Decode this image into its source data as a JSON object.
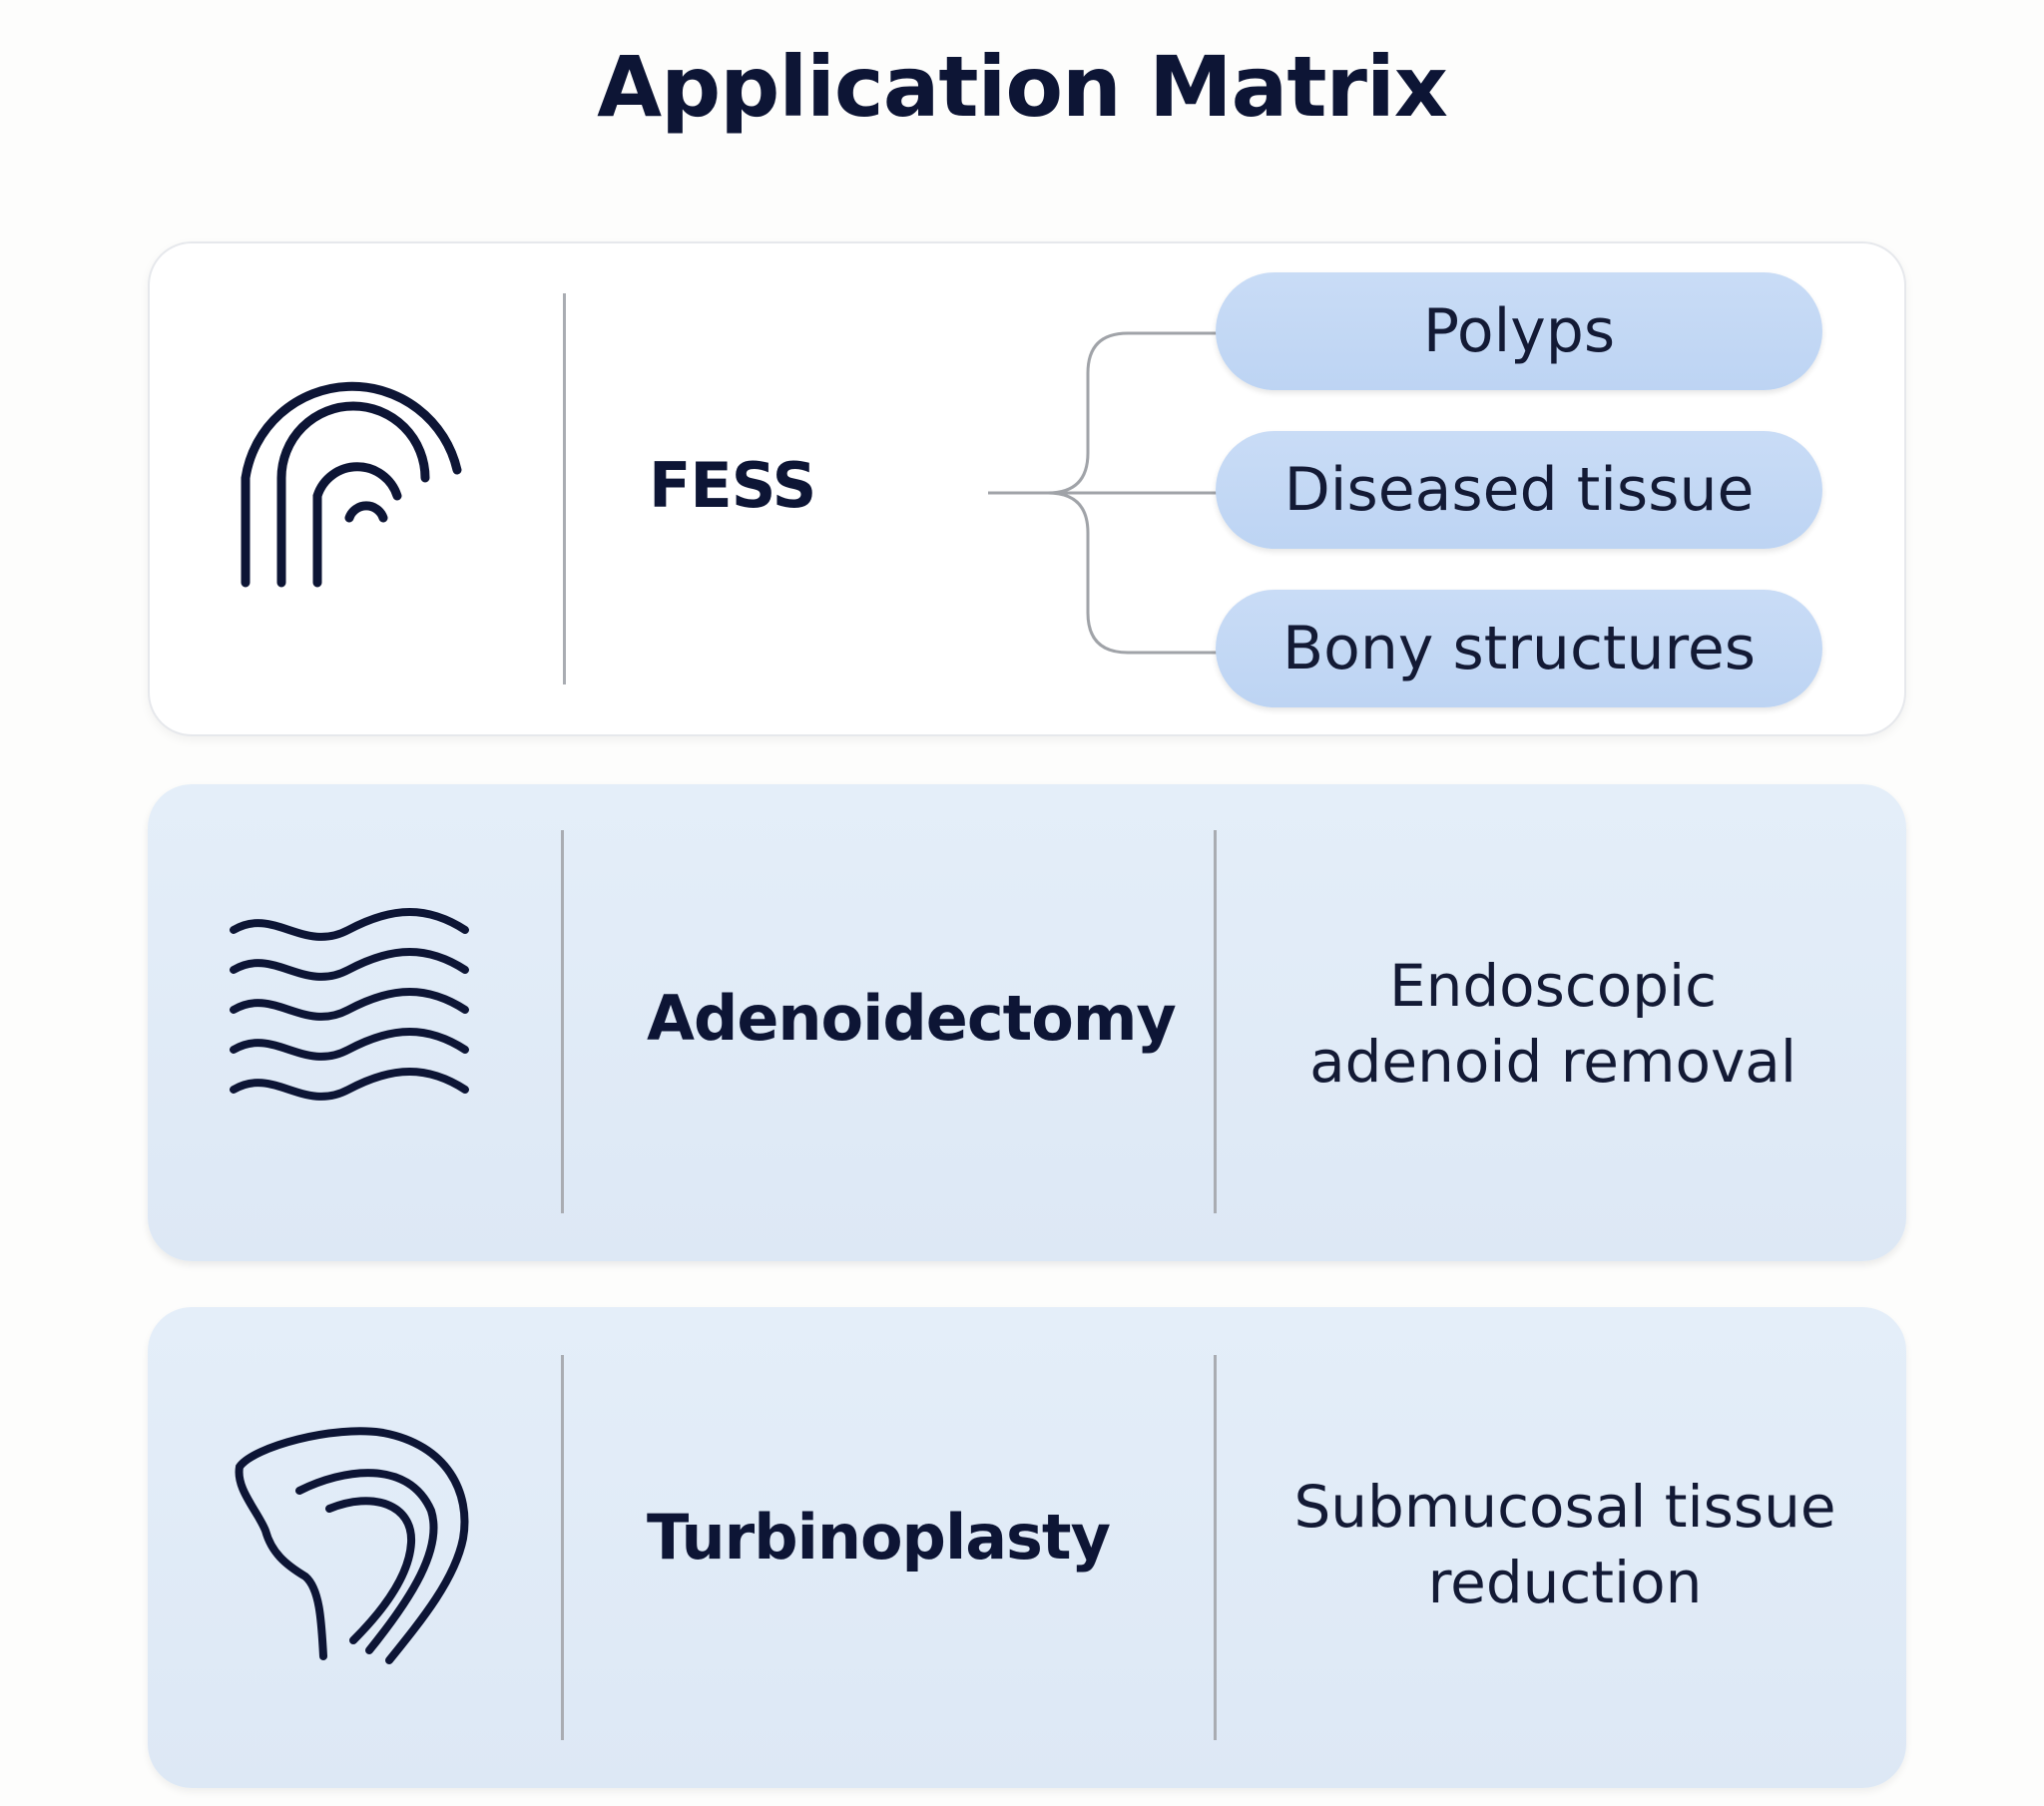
{
  "title": "Application Matrix",
  "colors": {
    "ink": "#0d1535",
    "card_blue": "#e1ebf7",
    "pill_blue": "#c4d8f5",
    "divider": "#a9acb2",
    "connector": "#a0a3a8"
  },
  "rows": [
    {
      "icon": "arch-icon",
      "name": "FESS",
      "targets": [
        "Polyps",
        "Diseased tissue",
        "Bony structures"
      ]
    },
    {
      "icon": "waves-icon",
      "name": "Adenoidectomy",
      "description_lines": [
        "Endoscopic",
        "adenoid removal"
      ]
    },
    {
      "icon": "turbinate-icon",
      "name": "Turbinoplasty",
      "description_lines": [
        "Submucosal tissue",
        "reduction"
      ]
    }
  ]
}
